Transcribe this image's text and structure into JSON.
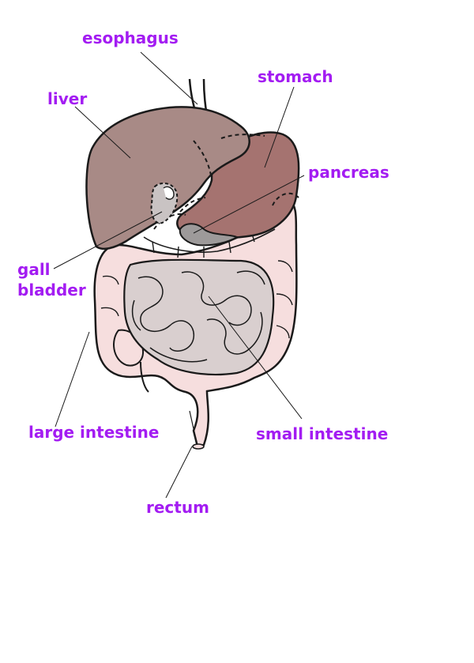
{
  "labels": {
    "esophagus": "esophagus",
    "stomach": "stomach",
    "liver": "liver",
    "pancreas": "pancreas",
    "gall_bladder_line1": "gall",
    "gall_bladder_line2": "bladder",
    "large_intestine": "large intestine",
    "small_intestine": "small intestine",
    "rectum": "rectum"
  },
  "colors": {
    "label": "#a31cf2",
    "liver": "#a88a86",
    "stomach": "#a57370",
    "gall_bladder": "#c9c3c3",
    "pancreas": "#9d9a9a",
    "large_intestine": "#f6dede",
    "small_intestine": "#d9cfcf",
    "outline": "#1a1a1a",
    "leader_line": "#1a1a1a"
  }
}
